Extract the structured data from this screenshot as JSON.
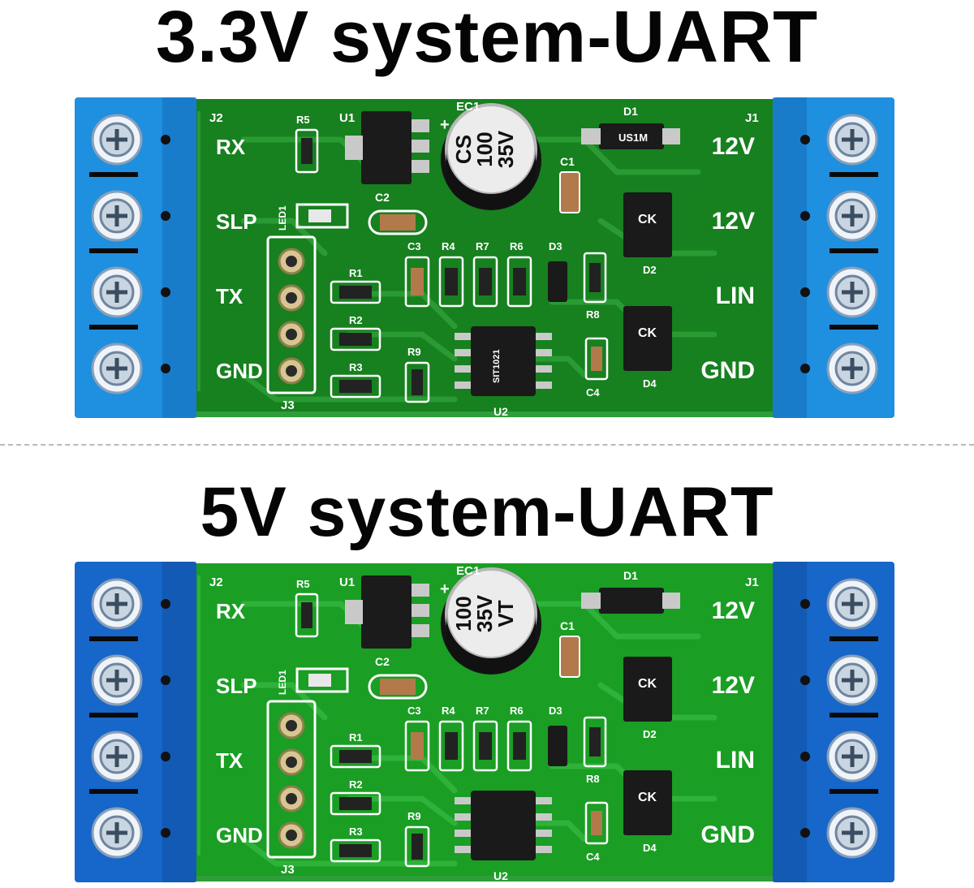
{
  "boards": [
    {
      "title": "3.3V system-UART",
      "theme": {
        "pcb": "#17801f",
        "trace": "#2a9a33",
        "terminal": "#1f8fe0",
        "terminal_dark": "#1167b0",
        "photo_bg": "#ffffff"
      },
      "left_connector": {
        "ref": "J2",
        "pins": [
          "RX",
          "SLP",
          "TX",
          "GND"
        ]
      },
      "right_connector": {
        "ref": "J1",
        "pins": [
          "12V",
          "12V",
          "LIN",
          "GND"
        ]
      },
      "capacitor_label": [
        "CS",
        "100",
        "35V"
      ],
      "diode_label": "US1M",
      "refs": {
        "u1": "U1",
        "ec1": "EC1",
        "d1": "D1",
        "c1": "C1",
        "c2": "C2",
        "c3": "C3",
        "r1": "R1",
        "r2": "R2",
        "r3": "R3",
        "r4": "R4",
        "r5": "R5",
        "r6": "R6",
        "r7": "R7",
        "r8": "R8",
        "r9": "R9",
        "d2": "D2",
        "d3": "D3",
        "d4": "D4",
        "c4": "C4",
        "u2": "U2",
        "j3": "J3",
        "led": "LED1"
      },
      "tvs_label": "CK",
      "chip_label": "SIT1021"
    },
    {
      "title": "5V system-UART",
      "theme": {
        "pcb": "#1a9e24",
        "trace": "#2fb23a",
        "terminal": "#1766c9",
        "terminal_dark": "#0f4c9c",
        "photo_bg": "#ffffff"
      },
      "left_connector": {
        "ref": "J2",
        "pins": [
          "RX",
          "SLP",
          "TX",
          "GND"
        ]
      },
      "right_connector": {
        "ref": "J1",
        "pins": [
          "12V",
          "12V",
          "LIN",
          "GND"
        ]
      },
      "capacitor_label": [
        "100",
        "35V",
        "VT"
      ],
      "diode_label": "",
      "refs": {
        "u1": "U1",
        "ec1": "EC1",
        "d1": "D1",
        "c1": "C1",
        "c2": "C2",
        "c3": "C3",
        "r1": "R1",
        "r2": "R2",
        "r3": "R3",
        "r4": "R4",
        "r5": "R5",
        "r6": "R6",
        "r7": "R7",
        "r8": "R8",
        "r9": "R9",
        "d2": "D2",
        "d3": "D3",
        "d4": "D4",
        "c4": "C4",
        "u2": "U2",
        "j3": "J3",
        "led": "LED1"
      },
      "tvs_label": "CK",
      "chip_label": ""
    }
  ]
}
